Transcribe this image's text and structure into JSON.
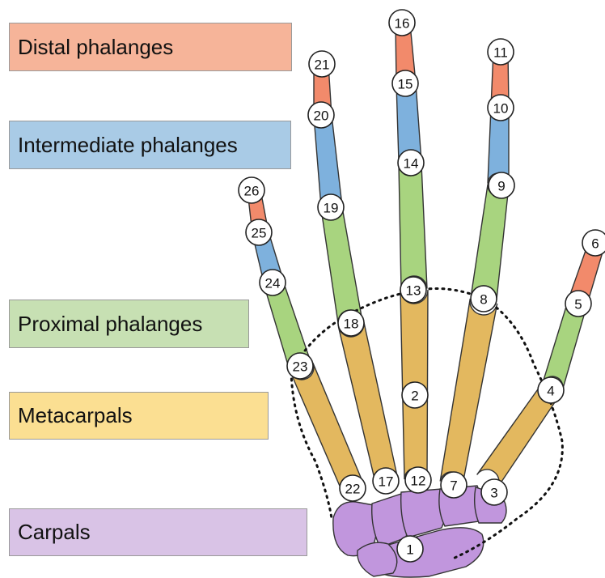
{
  "legend": {
    "distal": {
      "label": "Distal phalanges",
      "color": "#f6b499"
    },
    "intermediate": {
      "label": "Intermediate phalanges",
      "color": "#a9cbe6"
    },
    "proximal": {
      "label": "Proximal phalanges",
      "color": "#c7e0b3"
    },
    "metacarpals": {
      "label": "Metacarpals",
      "color": "#fbdf92"
    },
    "carpals": {
      "label": "Carpals",
      "color": "#d9c3e6"
    }
  },
  "bone_colors": {
    "distal": "#f28a6b",
    "intermediate": "#7eb1dd",
    "proximal": "#a8d47f",
    "metacarpal": "#e3b85f",
    "carpal": "#c196dd"
  },
  "labels": [
    "1",
    "2",
    "3",
    "4",
    "5",
    "6",
    "7",
    "8",
    "9",
    "10",
    "11",
    "12",
    "13",
    "14",
    "15",
    "16",
    "17",
    "18",
    "19",
    "20",
    "21",
    "22",
    "23",
    "24",
    "25",
    "26"
  ]
}
